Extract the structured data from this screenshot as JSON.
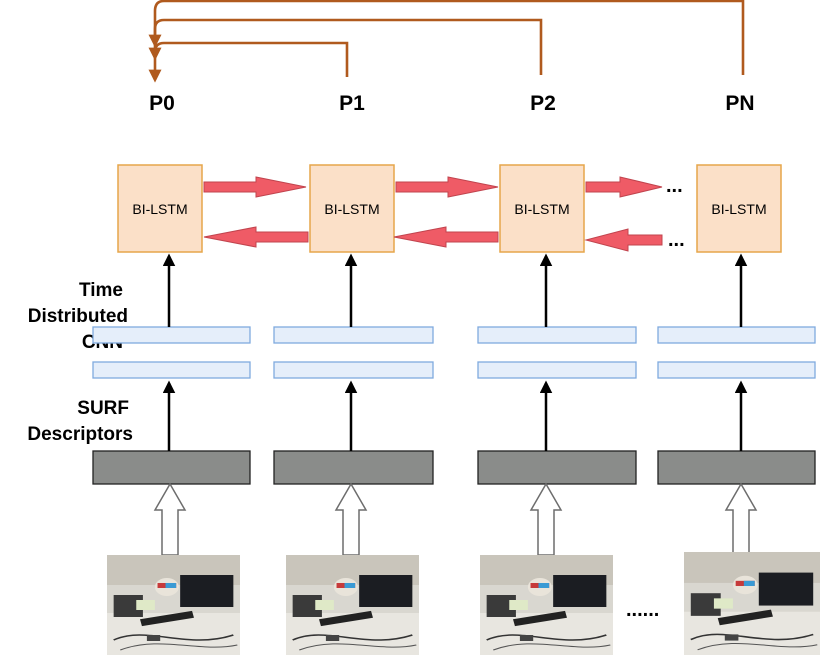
{
  "outputs": {
    "labels": [
      "P0",
      "P1",
      "P2",
      "PN"
    ],
    "feedback_color": "#b05a1e"
  },
  "bilstm": {
    "label": "BI-LSTM",
    "fill": "#fbe0c8",
    "stroke": "#e6a64a",
    "ellipsis": "...",
    "arrow_color": "#ef5b66"
  },
  "layers": {
    "cnn_label_lines": [
      "Time",
      "Distributed",
      "CNN"
    ],
    "surf_label_lines": [
      "SURF",
      "Descriptors"
    ],
    "cnn_fill": "#e5eefa",
    "cnn_stroke": "#7faadf",
    "surf_fill": "#8a8c8a"
  },
  "frames": {
    "ellipsis": "......"
  }
}
